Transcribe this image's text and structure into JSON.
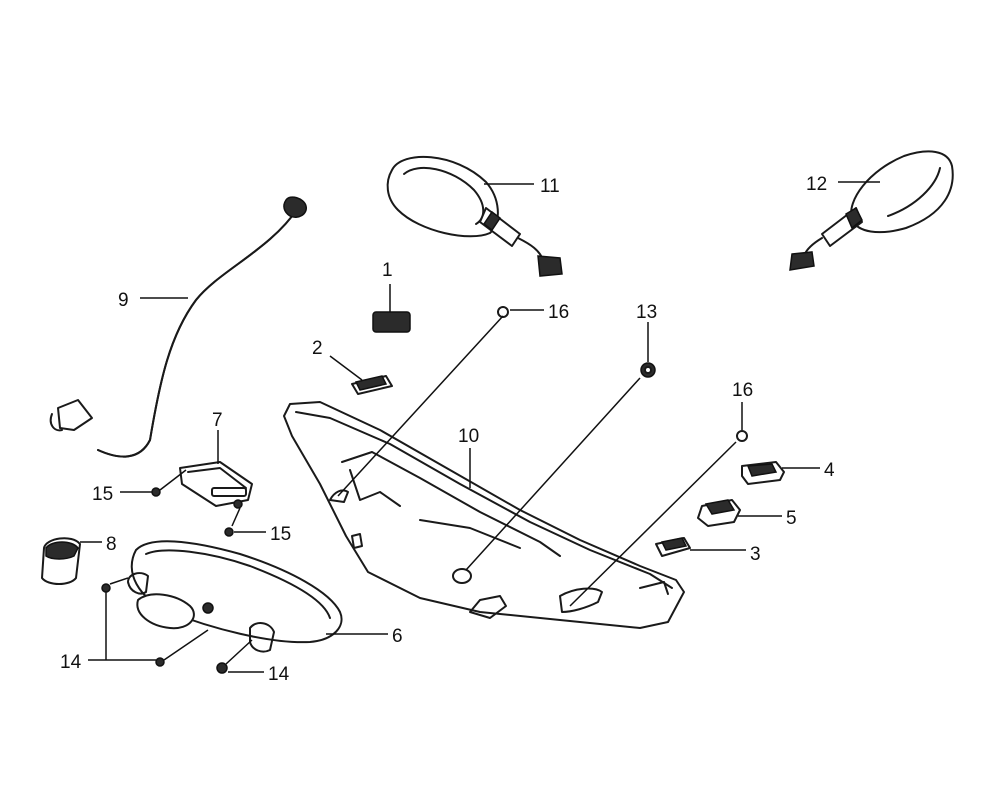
{
  "diagram": {
    "callouts": {
      "c1": "1",
      "c2": "2",
      "c3": "3",
      "c4": "4",
      "c5": "5",
      "c6": "6",
      "c7": "7",
      "c8": "8",
      "c9": "9",
      "c10": "10",
      "c11": "11",
      "c12": "12",
      "c13": "13",
      "c14a": "14",
      "c14b": "14",
      "c15a": "15",
      "c15b": "15",
      "c16a": "16",
      "c16b": "16"
    }
  }
}
